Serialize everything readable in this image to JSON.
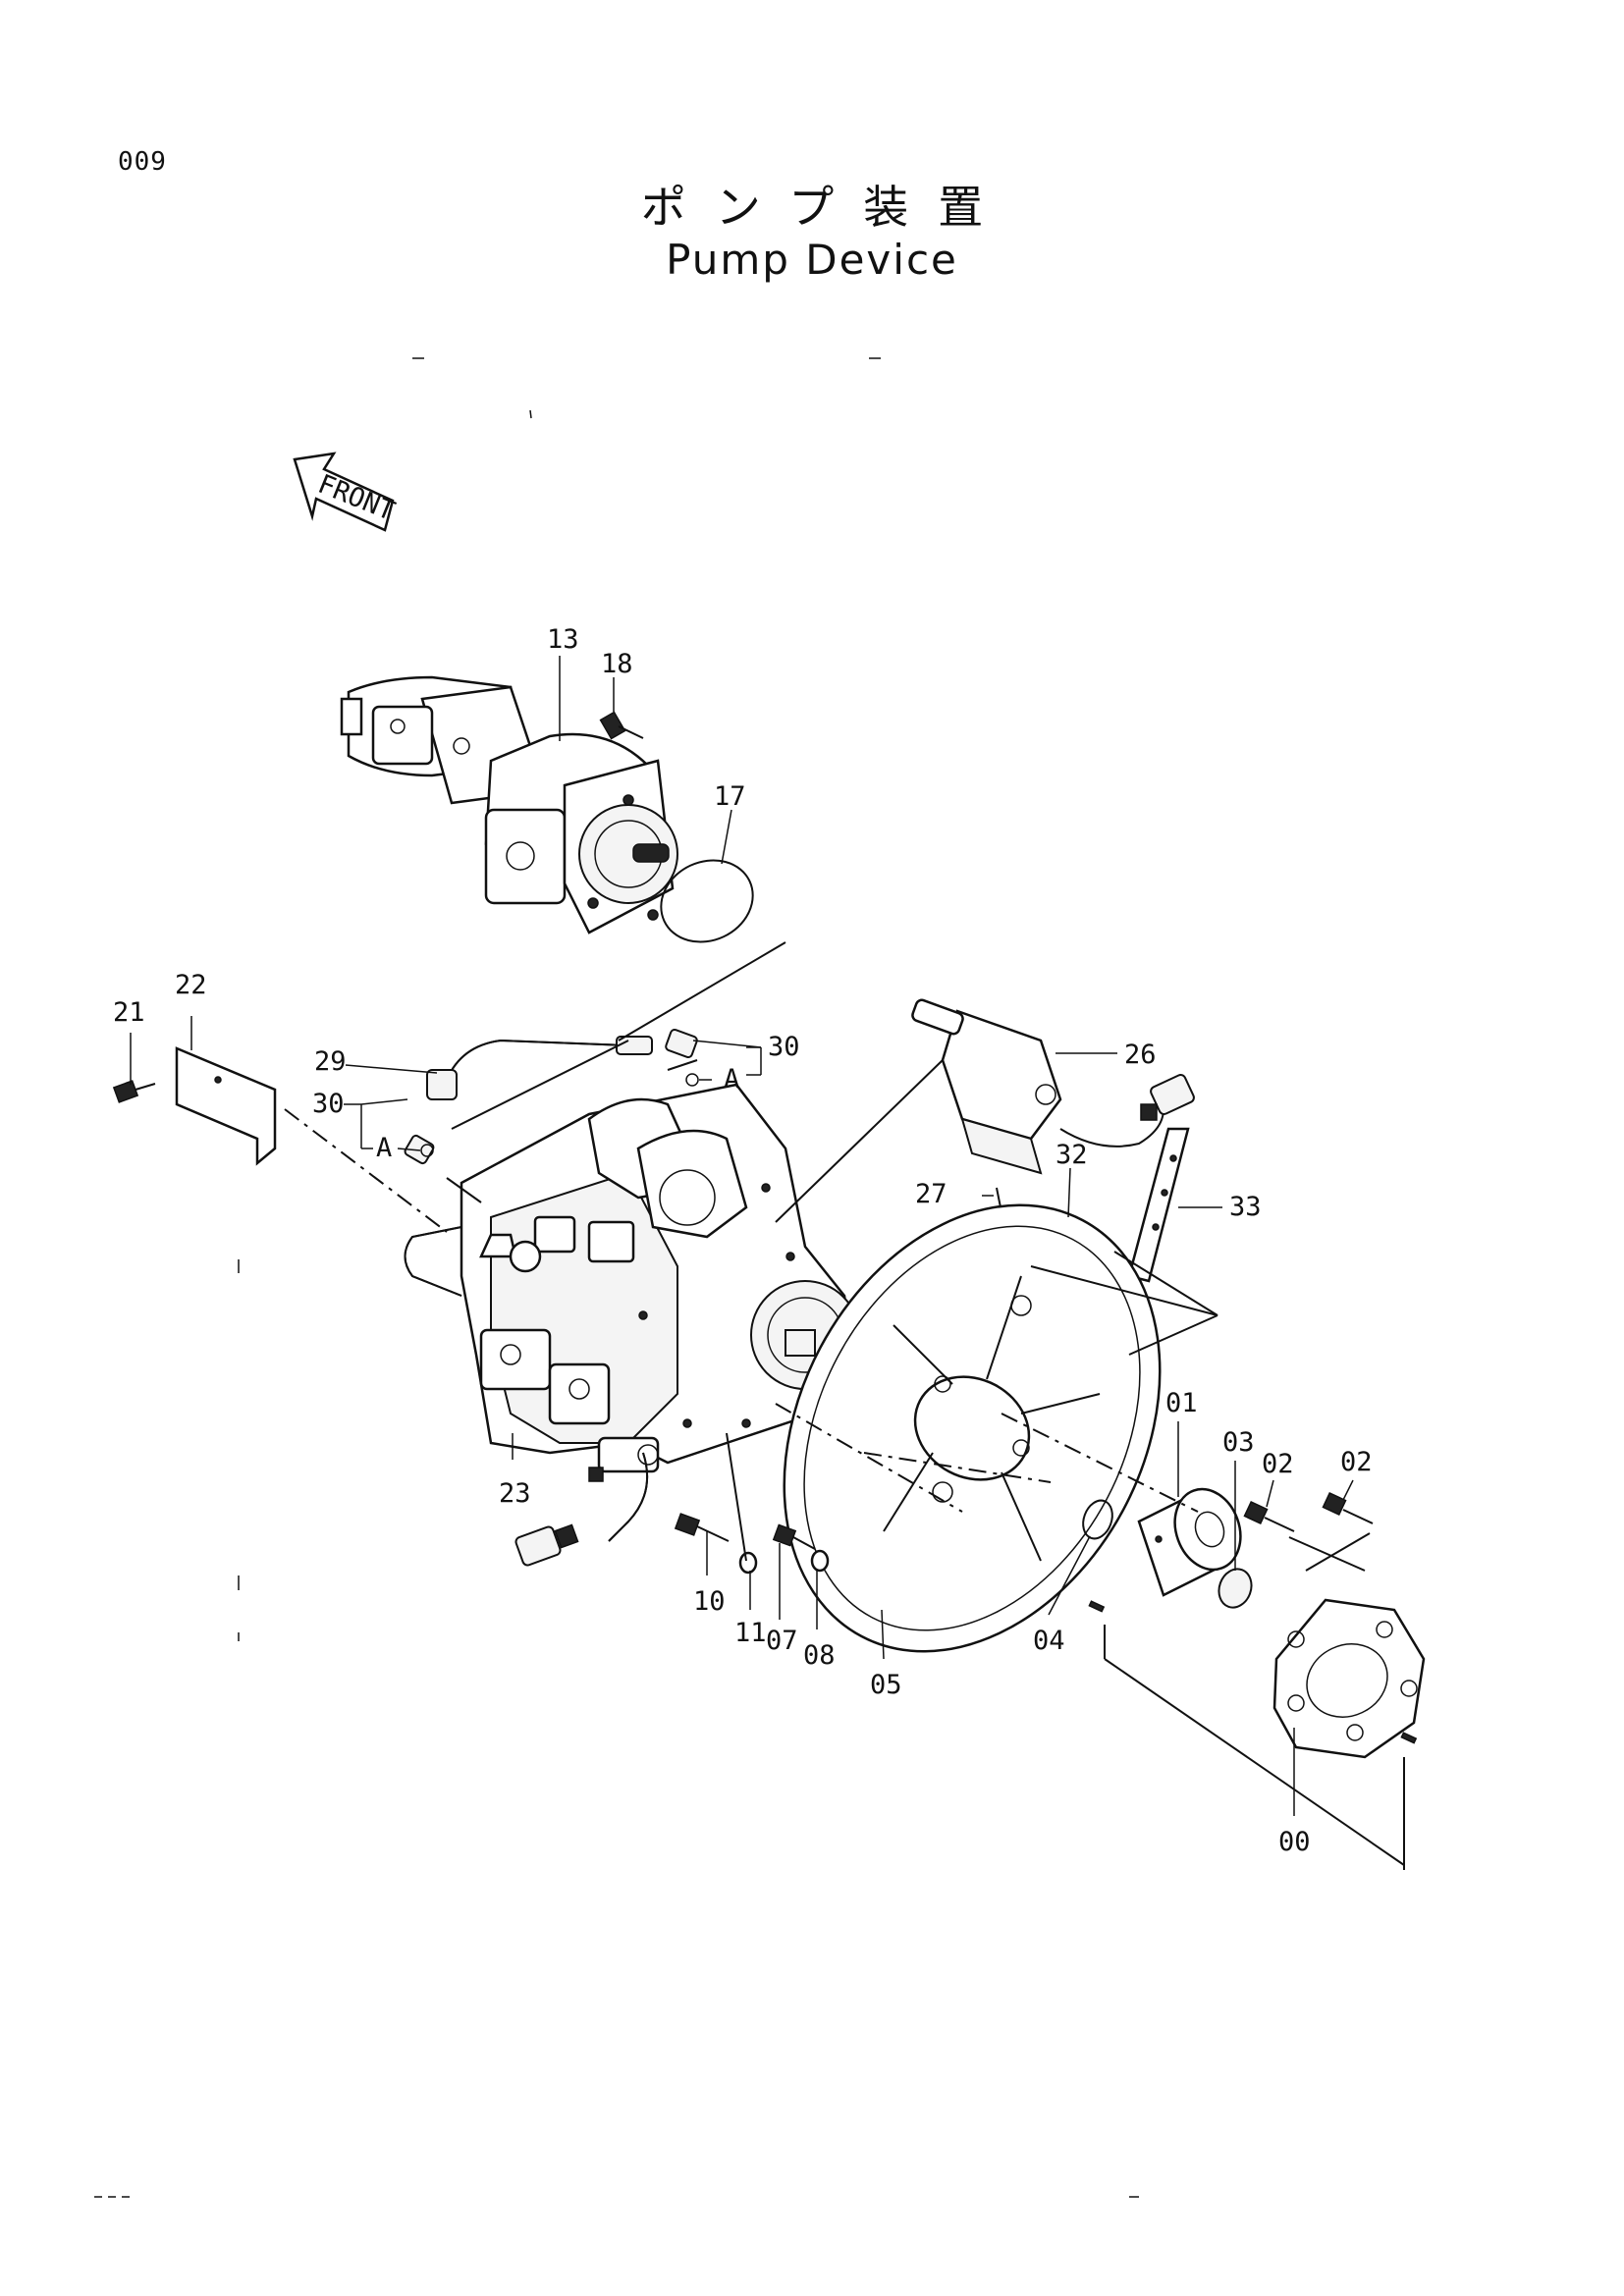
{
  "page_number": "009",
  "title_jp": "ポンプ装置",
  "title_en": "Pump Device",
  "front_label": "FRONT",
  "callouts": [
    "13",
    "18",
    "17",
    "22",
    "21",
    "29",
    "30",
    "30",
    "A",
    "A",
    "26",
    "27",
    "32",
    "33",
    "23",
    "01",
    "03",
    "02",
    "02",
    "10",
    "11",
    "07",
    "08",
    "05",
    "04",
    "00"
  ]
}
